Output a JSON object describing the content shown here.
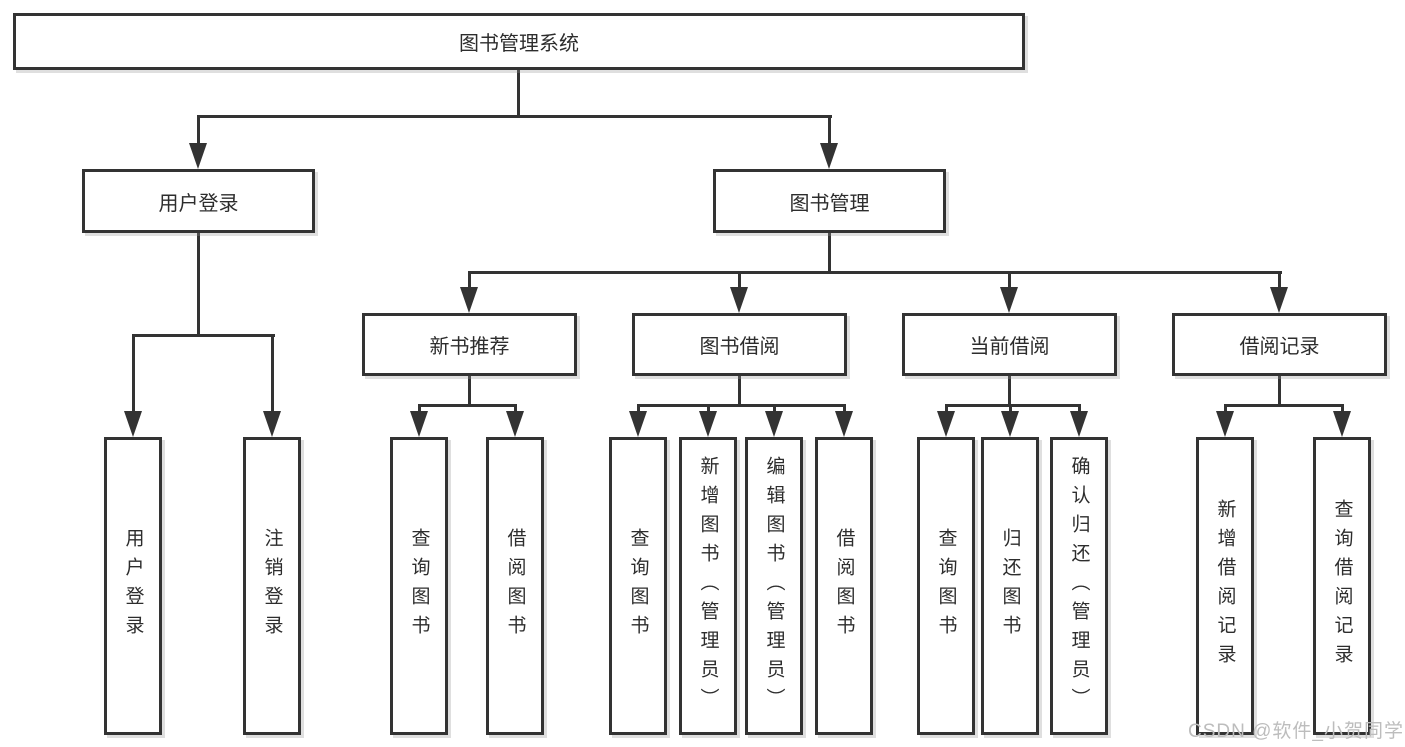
{
  "tree": {
    "root": {
      "label": "图书管理系统"
    },
    "branches": [
      {
        "label": "用户登录",
        "children": [
          {
            "label": "用户登录"
          },
          {
            "label": "注销登录"
          }
        ]
      },
      {
        "label": "图书管理",
        "children": [
          {
            "label": "新书推荐",
            "children": [
              {
                "label": "查询图书"
              },
              {
                "label": "借阅图书"
              }
            ]
          },
          {
            "label": "图书借阅",
            "children": [
              {
                "label": "查询图书"
              },
              {
                "label": "新增图书（管理员）"
              },
              {
                "label": "编辑图书（管理员）"
              },
              {
                "label": "借阅图书"
              }
            ]
          },
          {
            "label": "当前借阅",
            "children": [
              {
                "label": "查询图书"
              },
              {
                "label": "归还图书"
              },
              {
                "label": "确认归还（管理员）"
              }
            ]
          },
          {
            "label": "借阅记录",
            "children": [
              {
                "label": "新增借阅记录"
              },
              {
                "label": "查询借阅记录"
              }
            ]
          }
        ]
      }
    ]
  },
  "watermark": {
    "text": "CSDN @软件_小贺同学"
  },
  "colors": {
    "line": "#333333",
    "box_border": "#333333",
    "text": "#2d2d2d",
    "watermark": "#bdbdbd",
    "background": "#ffffff"
  }
}
